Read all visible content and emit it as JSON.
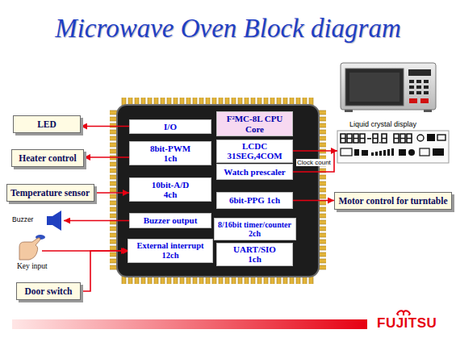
{
  "diagram": {
    "title": "Microwave Oven Block diagram",
    "nodes": [
      {
        "text": [
          "LED"
        ]
      },
      {
        "text": [
          "I/O"
        ]
      },
      {
        "text": [
          "F²MC-8L CPU Core"
        ]
      },
      {
        "text": [
          "Heater control"
        ]
      },
      {
        "text": [
          "8bit-PWM 1ch"
        ]
      },
      {
        "text": [
          "LCDC 31SEG,4COM"
        ]
      },
      {
        "text": [
          "Watch prescaler"
        ]
      },
      {
        "text": [
          "Temperature sensor"
        ]
      },
      {
        "text": [
          "10bit-A/D 4ch"
        ]
      },
      {
        "text": [
          "6bit-PPG 1ch"
        ]
      },
      {
        "text": [
          "Motor control for turntable"
        ]
      },
      {
        "text": [
          "Buzzer output"
        ]
      },
      {
        "text": [
          "8/16bit timer/counter 2ch"
        ]
      },
      {
        "text": [
          "External interrupt 12ch"
        ]
      },
      {
        "text": [
          "UART/SIO 1ch"
        ]
      },
      {
        "text": [
          "Door switch"
        ]
      }
    ],
    "edges": [
      {
        "from": 1,
        "to": 0,
        "arrow": "to"
      },
      {
        "from": 4,
        "to": 3,
        "arrow": "to"
      },
      {
        "from": 7,
        "to": 8,
        "arrow": "to"
      },
      {
        "from": 9,
        "to": 10,
        "arrow": "to"
      },
      {
        "from": 15,
        "to": 13,
        "arrow": "to"
      }
    ],
    "labels": [
      "Liquid crystal display",
      "Clock count",
      "Buzzer",
      "Key input",
      "FUJITSU"
    ]
  }
}
